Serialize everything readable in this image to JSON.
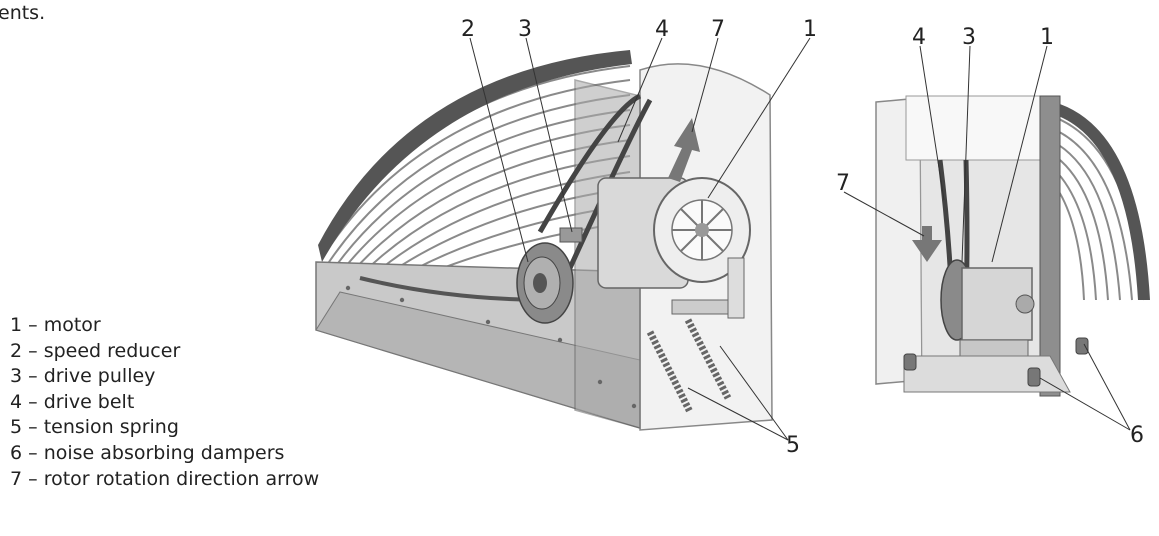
{
  "caption": {
    "leading_text": "ents."
  },
  "legend": [
    {
      "number": "1",
      "label": "motor"
    },
    {
      "number": "2",
      "label": "speed reducer"
    },
    {
      "number": "3",
      "label": "drive pulley"
    },
    {
      "number": "4",
      "label": "drive belt"
    },
    {
      "number": "5",
      "label": "tension spring"
    },
    {
      "number": "6",
      "label": "noise absorbing dampers"
    },
    {
      "number": "7",
      "label": "rotor rotation direction arrow"
    }
  ],
  "legend_separator": "–",
  "callouts": {
    "left_view": [
      "2",
      "3",
      "4",
      "7",
      "1",
      "5"
    ],
    "right_view": [
      "4",
      "3",
      "1",
      "7",
      "6"
    ]
  }
}
